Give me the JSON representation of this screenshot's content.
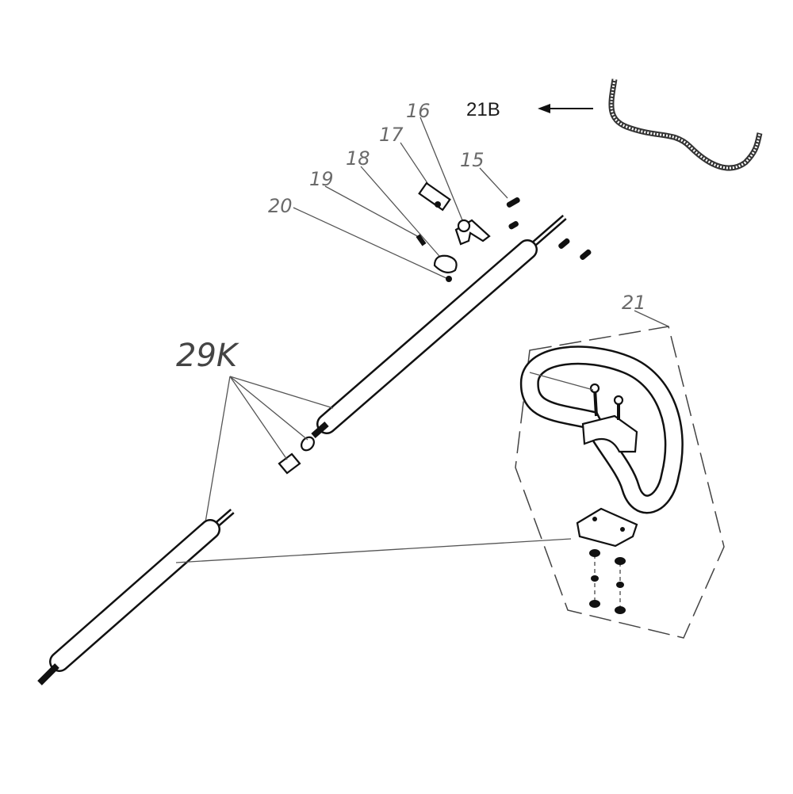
{
  "labels": {
    "part_21b": "21B",
    "part_16": "16",
    "part_17": "17",
    "part_15": "15",
    "part_18": "18",
    "part_19": "19",
    "part_20": "20",
    "part_21": "21",
    "part_29k": "29K"
  }
}
